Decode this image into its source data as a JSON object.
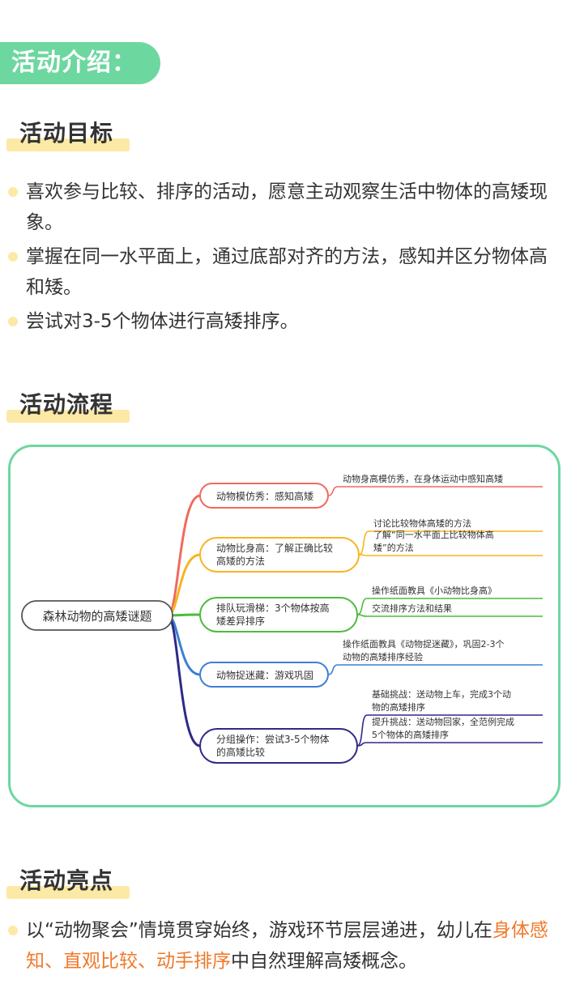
{
  "intro": {
    "title": "活动介绍："
  },
  "goals": {
    "heading": "活动目标",
    "items": [
      "喜欢参与比较、排序的活动，愿意主动观察生活中物体的高矮现象。",
      "掌握在同一水平面上，通过底部对齐的方法，感知并区分物体高和矮。",
      "尝试对3-5个物体进行高矮排序。"
    ]
  },
  "process": {
    "heading": "活动流程",
    "mindmap": {
      "root": "森林动物的高矮谜题",
      "branches": [
        {
          "color": "#f06a5e",
          "lines": [
            "动物模仿秀：感知高矮"
          ],
          "leaves": [
            {
              "lines": [
                "动物身高模仿秀，在身体运动中感知高矮"
              ]
            }
          ]
        },
        {
          "color": "#f7b421",
          "lines": [
            "动物比身高：了解正确比较",
            "高矮的方法"
          ],
          "leaves": [
            {
              "lines": [
                "讨论比较物体高矮的方法"
              ]
            },
            {
              "lines": [
                "了解“同一水平面上比较物体高",
                "矮”的方法"
              ]
            }
          ]
        },
        {
          "color": "#4cbb3c",
          "lines": [
            "排队玩滑梯：3个物体按高",
            "矮差异排序"
          ],
          "leaves": [
            {
              "lines": [
                "操作纸面教具《小动物比身高》"
              ]
            },
            {
              "lines": [
                "交流排序方法和结果"
              ]
            }
          ]
        },
        {
          "color": "#3e7fd3",
          "lines": [
            "动物捉迷藏：游戏巩固"
          ],
          "leaves": [
            {
              "lines": [
                "操作纸面教具《动物捉迷藏》，巩固2-3个",
                "动物的高矮排序经验"
              ]
            }
          ]
        },
        {
          "color": "#2e2a86",
          "lines": [
            "分组操作：尝试3-5个物体",
            "的高矮比较"
          ],
          "leaves": [
            {
              "lines": [
                "基础挑战：送动物上车，完成3个动",
                "物的高矮排序"
              ]
            },
            {
              "lines": [
                "提升挑战：送动物回家，全范例完成",
                "5个物体的高矮排序"
              ]
            }
          ]
        }
      ]
    }
  },
  "highlights": {
    "heading": "活动亮点",
    "text_before": "以“动物聚会”情境贯穿始终，游戏环节层层递进，幼儿在",
    "highlight": "身体感知、直观比较、动手排序",
    "text_after": "中自然理解高矮概念。",
    "highlight_color": "#f0792b"
  },
  "colors": {
    "accent_green": "#6dd7a0",
    "heading_highlight": "#fde9a6"
  }
}
